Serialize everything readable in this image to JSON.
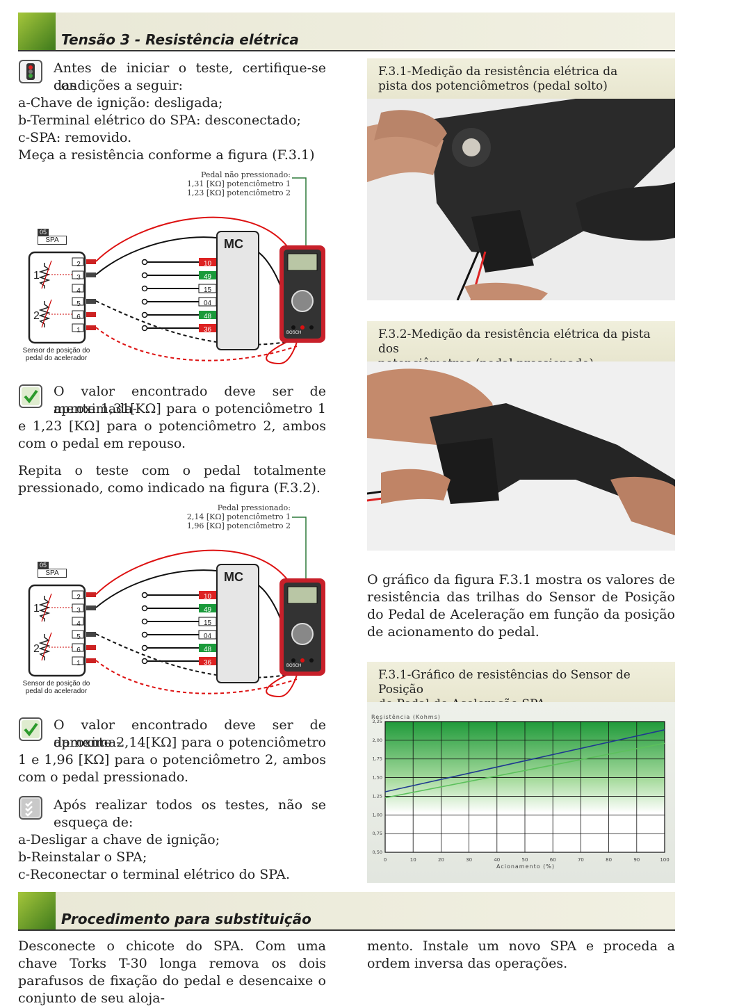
{
  "section1": {
    "title": "Tensão 3 - Resistência elétrica"
  },
  "intro": {
    "line1": "Antes de iniciar o teste, certifique-se das",
    "line2": "condições a seguir:",
    "items": [
      "a-Chave de ignição: desligada;",
      "b-Terminal elétrico do SPA: desconectado;",
      "c-SPA: removido."
    ],
    "measure": "Meça a resistência conforme a figura (F.3.1)"
  },
  "diagram1": {
    "note_title": "Pedal não pressionado:",
    "note_line1": "1,31 [KΩ] potenciômetro 1",
    "note_line2": "1,23 [KΩ] potenciômetro 2"
  },
  "diagram2": {
    "note_title": "Pedal pressionado:",
    "note_line1": "2,14 [KΩ] potenciômetro 1",
    "note_line2": "1,96 [KΩ] potenciômetro 2"
  },
  "diagram_common": {
    "module_label": "MC",
    "connector_code": "05",
    "connector_name": "SPA",
    "sensor_pins": [
      "2",
      "3",
      "4",
      "5",
      "6",
      "1"
    ],
    "module_pins": [
      "10",
      "49",
      "15",
      "04",
      "48",
      "36"
    ],
    "pot1": "1",
    "pot2": "2",
    "sensor_caption_1": "Sensor de posição do",
    "sensor_caption_2": "pedal do acelerador",
    "meter_brand": "BOSCH"
  },
  "result1": {
    "first": "O valor encontrado deve ser de aproximada-",
    "rest": "mente 1,31[KΩ] para o potenciômetro 1 e 1,23 [KΩ] para o potenciômetro 2, ambos com o pedal em repouso."
  },
  "repeat": "Repita o teste com o pedal totalmente pressionado, como indicado na figura (F.3.2).",
  "result2": {
    "first": "O valor encontrado deve ser de aproxima-",
    "rest": "damente 2,14[KΩ] para o potenciômetro 1 e 1,96 [KΩ] para o potenciômetro 2, ambos com o pedal pressionado."
  },
  "after": {
    "line1": "Após realizar todos os testes, não se",
    "line2": "esqueça de:",
    "items": [
      "a-Desligar a chave de ignição;",
      "b-Reinstalar o SPA;",
      "c-Reconectar o terminal elétrico do SPA."
    ]
  },
  "fig31": {
    "caption_l1": "F.3.1-Medição da resistência elétrica da",
    "caption_l2": "pista dos potenciômetros (pedal solto)"
  },
  "fig32": {
    "caption_l1": "F.3.2-Medição da resistência elétrica da pista dos",
    "caption_l2": "potenciômetros (pedal pressionado)"
  },
  "graph_text": "O gráfico da figura F.3.1 mostra os valores de resistência das trilhas do Sensor de Posição do Pedal de Aceleração em função da posição de acionamento do pedal.",
  "chart_caption": {
    "l1": "F.3.1-Gráfico de resistências do Sensor de Posição",
    "l2": "do Pedal de Aceleração SPA"
  },
  "chart_data": {
    "type": "line",
    "ylabel": "Resistência (Kohms)",
    "xlabel": "Acionamento (%)",
    "xlim": [
      0,
      100
    ],
    "ylim": [
      0.5,
      2.25
    ],
    "x_ticks": [
      "0",
      "10",
      "20",
      "30",
      "40",
      "50",
      "60",
      "70",
      "80",
      "90",
      "100"
    ],
    "y_ticks": [
      "0,50",
      "0,75",
      "1,00",
      "1,25",
      "1,50",
      "1,75",
      "2,00",
      "2,25"
    ],
    "grid": true,
    "series": [
      {
        "color": "#1f3a8f",
        "x": [
          0,
          100
        ],
        "y": [
          1.31,
          2.14
        ]
      },
      {
        "color": "#5cc05c",
        "x": [
          0,
          100
        ],
        "y": [
          1.23,
          1.96
        ]
      }
    ]
  },
  "section2": {
    "title": "Procedimento para substituição"
  },
  "procedure": {
    "left": "Desconecte o chicote do SPA. Com uma chave Torks T-30 longa remova os dois parafusos de fixação do pedal e desencaixe o conjunto de seu aloja-",
    "right": "mento. Instale um novo SPA e proceda a ordem inversa das operações."
  }
}
